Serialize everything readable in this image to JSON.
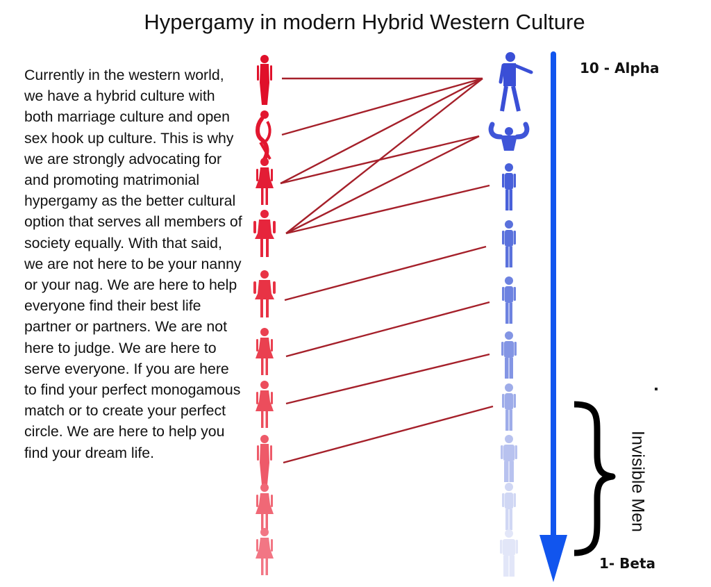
{
  "title": "Hypergamy in modern Hybrid Western Culture",
  "body_text": "Currently in the western world, we have a hybrid culture with both marriage culture and open sex hook up culture. This is why we are strongly advocating for and promoting matrimonial hypergamy as the better cultural option that serves all members of society equally. With that said, we are not here to be your nanny or your nag. We are here to help everyone find their best life partner or partners. We are not here to judge. We are here to serve everyone. If you are here to find your perfect monogamous match or to create your perfect circle. We are here to help you find your dream life.",
  "scale": {
    "top_label": "10 - Alpha",
    "bottom_label": "1- Beta",
    "bracket_label": "Invisible Men"
  },
  "colors": {
    "line": "#a5202a",
    "arrow": "#1155ee",
    "women": [
      "#e0102a",
      "#e2172f",
      "#e31d35",
      "#e6253c",
      "#e83345",
      "#ea4050",
      "#ec4d5c",
      "#ee5a69",
      "#f06876",
      "#f27684"
    ],
    "men": [
      "#3a4fd6",
      "#3f55d8",
      "#4860da",
      "#5a71dc",
      "#6d82e0",
      "#8395e4",
      "#9eace9",
      "#b8c2ef",
      "#d0d7f4",
      "#e2e6f8"
    ]
  },
  "icons": {
    "women": [
      "woman-standing-icon",
      "woman-posing-icon",
      "woman-dress-icon",
      "woman-skirt-icon",
      "woman-skirt-icon",
      "woman-dress-icon",
      "woman-dress-icon",
      "woman-standing-icon",
      "woman-dress-icon",
      "woman-dress-icon"
    ],
    "men": [
      "businessman-pointing-icon",
      "bodybuilder-icon",
      "man-suit-icon",
      "man-standing-icon",
      "man-standing-icon",
      "man-stocky-icon",
      "man-standing-icon",
      "man-boxy-icon",
      "man-standing-icon",
      "man-heavy-icon"
    ]
  },
  "connections": [
    {
      "woman": 1,
      "man": 1
    },
    {
      "woman": 2,
      "man": 1
    },
    {
      "woman": 3,
      "man": 1
    },
    {
      "woman": 3,
      "man": 2
    },
    {
      "woman": 4,
      "man": 1
    },
    {
      "woman": 4,
      "man": 2
    },
    {
      "woman": 4,
      "man": 3
    },
    {
      "woman": 5,
      "man": 4
    },
    {
      "woman": 6,
      "man": 5
    },
    {
      "woman": 7,
      "man": 6
    },
    {
      "woman": 8,
      "man": 7
    }
  ]
}
